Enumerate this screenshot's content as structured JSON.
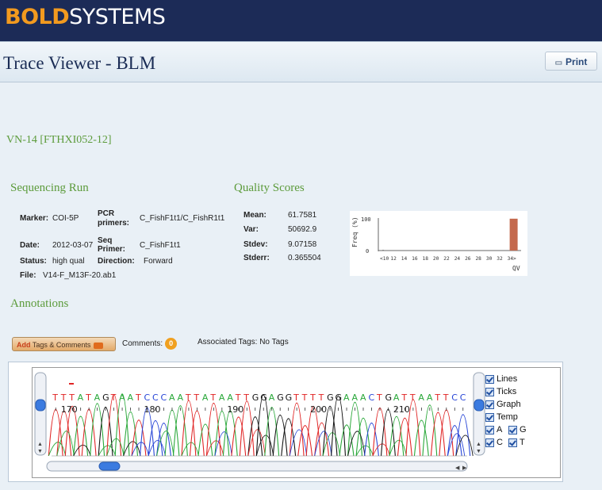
{
  "header": {
    "brand_bold": "BOLD",
    "brand_rest": "SYSTEMS",
    "page_title": "Trace Viewer - BLM",
    "print_label": "Print"
  },
  "specimen": "VN-14 [FTHXI052-12]",
  "sequencing_run": {
    "heading": "Sequencing Run",
    "marker_label": "Marker:",
    "marker": "COI-5P",
    "pcr_label_1": "PCR",
    "pcr_label_2": "primers:",
    "pcr": "C_FishF1t1/C_FishR1t1",
    "date_label": "Date:",
    "date": "2012-03-07",
    "seq_label_1": "Seq",
    "seq_label_2": "Primer:",
    "seq_primer": "C_FishF1t1",
    "status_label": "Status:",
    "status": "high qual",
    "direction_label": "Direction:",
    "direction": "Forward",
    "file_label": "File:",
    "file": "V14-F_M13F-20.ab1"
  },
  "quality_scores": {
    "heading": "Quality Scores",
    "mean_label": "Mean:",
    "mean": "61.7581",
    "var_label": "Var:",
    "var": "50692.9",
    "stdev_label": "Stdev:",
    "stdev": "9.07158",
    "stderr_label": "Stderr:",
    "stderr": "0.365504"
  },
  "chart_data": {
    "type": "bar",
    "ylabel": "Freq (%)",
    "xlabel": "QV",
    "yticks": [
      "100",
      "0"
    ],
    "ylim": [
      0,
      100
    ],
    "x_tick_labels": [
      "<10",
      "12",
      "14",
      "16",
      "18",
      "20",
      "22",
      "24",
      "26",
      "28",
      "30",
      "32",
      "34>"
    ],
    "categories": [
      "<10",
      "12",
      "14",
      "16",
      "18",
      "20",
      "22",
      "24",
      "26",
      "28",
      "30",
      "32",
      "34>"
    ],
    "values": [
      1,
      0,
      0,
      0,
      0,
      0,
      0,
      0,
      0,
      0,
      0,
      0,
      98
    ],
    "bar_color": "#c4694d"
  },
  "annotations": {
    "heading": "Annotations",
    "add_label_1": "Add",
    "add_label_2": "Tags & Comments",
    "comments_label": "Comments:",
    "comments_count": "0",
    "tags_label": "Associated Tags:",
    "tags_value": "No Tags"
  },
  "trace": {
    "sequence": "TTTATAGTAATCCCAATTATAATTGGAGGTTTTGGAAACTGATTAATTCC",
    "positions": [
      "170",
      "180",
      "190",
      "200",
      "210"
    ],
    "base_colors": {
      "A": "#27a737",
      "C": "#2644d6",
      "G": "#111111",
      "T": "#e02424"
    },
    "options": {
      "lines": "Lines",
      "ticks": "Ticks",
      "graph": "Graph",
      "temp": "Temp",
      "a": "A",
      "g": "G",
      "c": "C",
      "t": "T"
    }
  }
}
